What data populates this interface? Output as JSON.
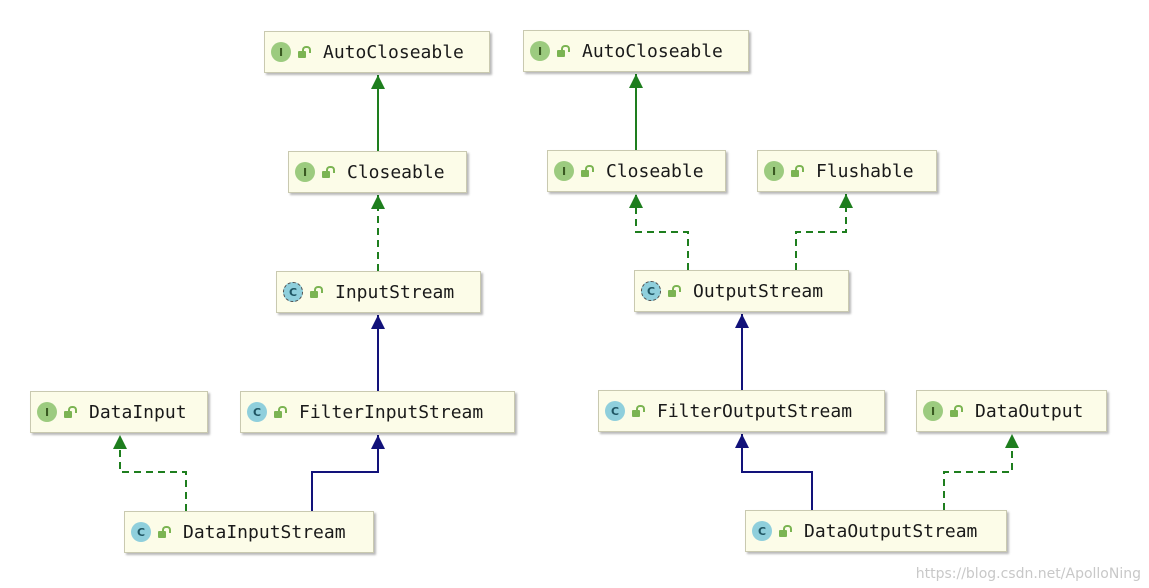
{
  "nodes": {
    "autocloseable_left": {
      "label": "AutoCloseable",
      "kind": "interface"
    },
    "autocloseable_right": {
      "label": "AutoCloseable",
      "kind": "interface"
    },
    "closeable_left": {
      "label": "Closeable",
      "kind": "interface"
    },
    "closeable_right": {
      "label": "Closeable",
      "kind": "interface"
    },
    "flushable": {
      "label": "Flushable",
      "kind": "interface"
    },
    "inputstream": {
      "label": "InputStream",
      "kind": "abstract-class"
    },
    "outputstream": {
      "label": "OutputStream",
      "kind": "abstract-class"
    },
    "datainput": {
      "label": "DataInput",
      "kind": "interface"
    },
    "filterinputstream": {
      "label": "FilterInputStream",
      "kind": "class"
    },
    "filteroutputstream": {
      "label": "FilterOutputStream",
      "kind": "class"
    },
    "dataoutput": {
      "label": "DataOutput",
      "kind": "interface"
    },
    "datainputstream": {
      "label": "DataInputStream",
      "kind": "class"
    },
    "dataoutputstream": {
      "label": "DataOutputStream",
      "kind": "class"
    }
  },
  "badges": {
    "interface": "I",
    "class": "C",
    "abstract": "C"
  },
  "colors": {
    "interface_edge": "#1e7e1e",
    "class_edge": "#12127a",
    "node_fill": "#fcfce8",
    "interface_badge": "#9ccb7f",
    "class_badge": "#8fcfdc",
    "lock": "#7bb452"
  },
  "edges": [
    {
      "from": "closeable_left",
      "to": "autocloseable_left",
      "type": "extends-interface"
    },
    {
      "from": "inputstream",
      "to": "closeable_left",
      "type": "implements"
    },
    {
      "from": "filterinputstream",
      "to": "inputstream",
      "type": "extends-class"
    },
    {
      "from": "datainputstream",
      "to": "datainput",
      "type": "implements"
    },
    {
      "from": "datainputstream",
      "to": "filterinputstream",
      "type": "extends-class"
    },
    {
      "from": "closeable_right",
      "to": "autocloseable_right",
      "type": "extends-interface"
    },
    {
      "from": "outputstream",
      "to": "closeable_right",
      "type": "implements"
    },
    {
      "from": "outputstream",
      "to": "flushable",
      "type": "implements"
    },
    {
      "from": "filteroutputstream",
      "to": "outputstream",
      "type": "extends-class"
    },
    {
      "from": "dataoutputstream",
      "to": "filteroutputstream",
      "type": "extends-class"
    },
    {
      "from": "dataoutputstream",
      "to": "dataoutput",
      "type": "implements"
    }
  ],
  "watermark": "https://blog.csdn.net/ApolloNing"
}
